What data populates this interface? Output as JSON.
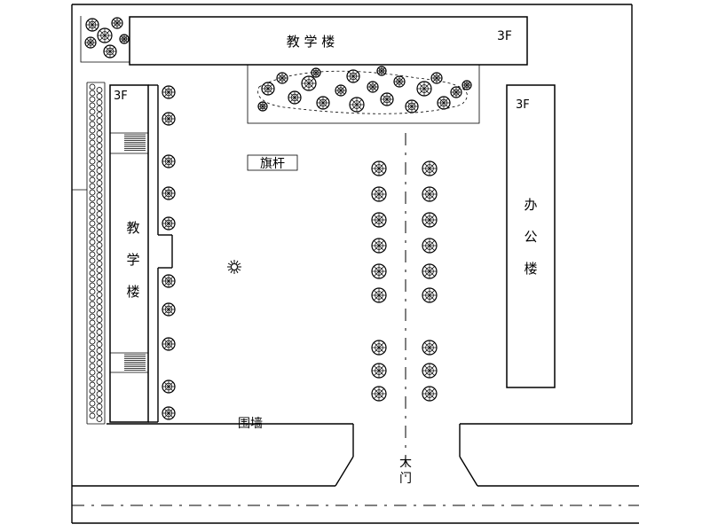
{
  "buildings": {
    "north": {
      "name": "教 学 楼",
      "floors": "3F"
    },
    "west": {
      "name_chars": [
        "教",
        "学",
        "楼"
      ],
      "floors": "3F"
    },
    "east": {
      "name_chars": [
        "办",
        "公",
        "楼"
      ],
      "floors": "3F"
    }
  },
  "labels": {
    "flagpole": "旗杆",
    "wall": "围墙",
    "gate_chars": [
      "大",
      "门"
    ]
  },
  "icons": {
    "sculpture": "star-burst",
    "trees": "plan-view-tree",
    "hedge": "hedge-row"
  }
}
